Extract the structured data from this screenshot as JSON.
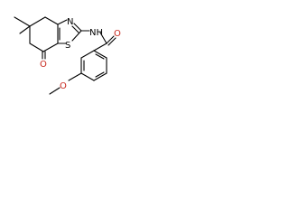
{
  "molecule": {
    "atoms": {
      "n_ring": "N",
      "s_ring": "S",
      "nh": "NH",
      "ketone_o": "O",
      "amide_o": "O",
      "ether_o": "O"
    },
    "colors": {
      "bond": "#000000",
      "carbon_text": "#000000",
      "oxygen": "#c8281e",
      "background": "#ffffff"
    }
  }
}
